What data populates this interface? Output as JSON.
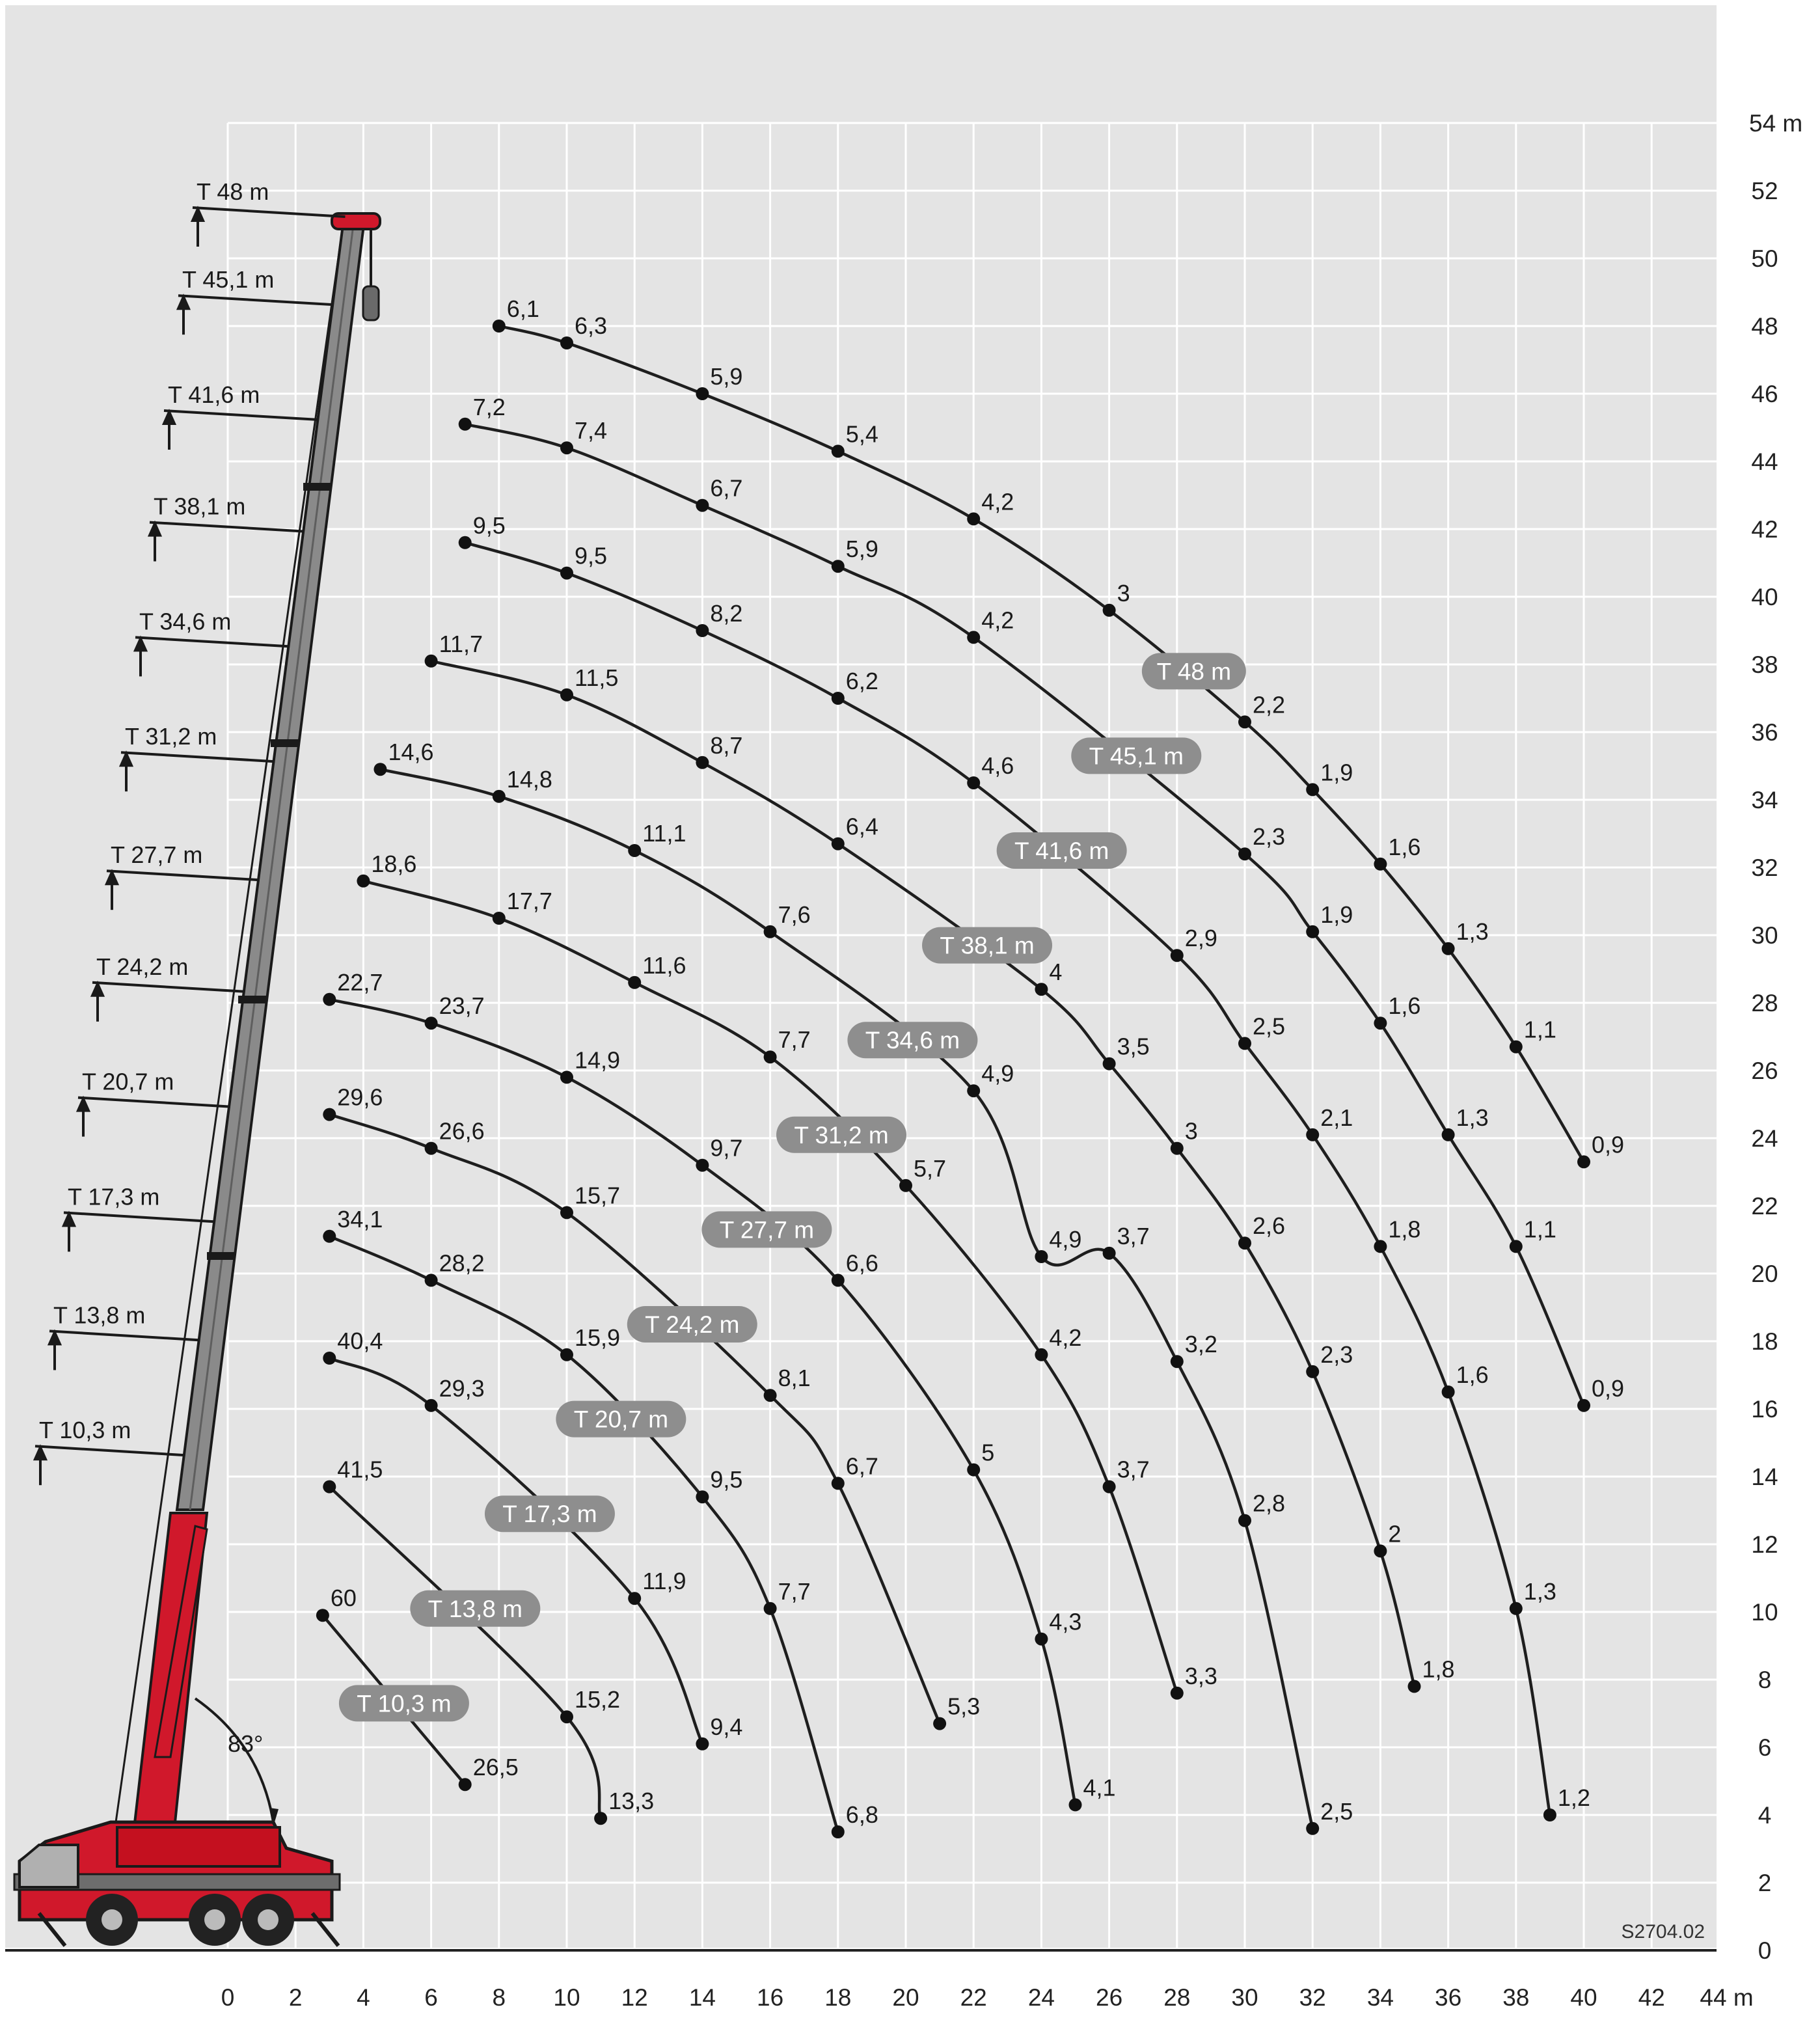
{
  "chart_data": {
    "type": "line",
    "x_unit": "m",
    "y_unit": "m",
    "xlim": [
      0,
      44
    ],
    "ylim": [
      0,
      54
    ],
    "x_ticks": [
      "0",
      "2",
      "4",
      "6",
      "8",
      "10",
      "12",
      "14",
      "16",
      "18",
      "20",
      "22",
      "24",
      "26",
      "28",
      "30",
      "32",
      "34",
      "36",
      "38",
      "40",
      "42",
      "44 m"
    ],
    "y_ticks": [
      "0",
      "2",
      "4",
      "6",
      "8",
      "10",
      "12",
      "14",
      "16",
      "18",
      "20",
      "22",
      "24",
      "26",
      "28",
      "30",
      "32",
      "34",
      "36",
      "38",
      "40",
      "42",
      "44",
      "46",
      "48",
      "50",
      "52",
      "54 m"
    ],
    "boom_angle_label": "83°",
    "drawing_code": "S2704.02",
    "grid": true,
    "series": [
      {
        "name": "T 10,3 m",
        "points": [
          [
            2.8,
            9.9,
            "60"
          ],
          [
            7,
            4.9,
            "26,5"
          ]
        ]
      },
      {
        "name": "T 13,8 m",
        "points": [
          [
            3,
            13.7,
            "41,5"
          ],
          [
            10,
            6.9,
            "15,2"
          ],
          [
            11,
            3.9,
            "13,3"
          ]
        ]
      },
      {
        "name": "T 17,3 m",
        "points": [
          [
            3,
            17.5,
            "40,4"
          ],
          [
            6,
            16.1,
            "29,3"
          ],
          [
            12,
            10.4,
            "11,9"
          ],
          [
            14,
            6.1,
            "9,4"
          ]
        ]
      },
      {
        "name": "T 20,7 m",
        "points": [
          [
            3,
            21.1,
            "34,1"
          ],
          [
            6,
            19.8,
            "28,2"
          ],
          [
            10,
            17.6,
            "15,9"
          ],
          [
            14,
            13.4,
            "9,5"
          ],
          [
            16,
            10.1,
            "7,7"
          ],
          [
            18,
            3.5,
            "6,8"
          ]
        ]
      },
      {
        "name": "T 24,2 m",
        "points": [
          [
            3,
            24.7,
            "29,6"
          ],
          [
            6,
            23.7,
            "26,6"
          ],
          [
            10,
            21.8,
            "15,7"
          ],
          [
            16,
            16.4,
            "8,1"
          ],
          [
            18,
            13.8,
            "6,7"
          ],
          [
            21,
            6.7,
            "5,3"
          ]
        ]
      },
      {
        "name": "T 27,7 m",
        "points": [
          [
            3,
            28.1,
            "22,7"
          ],
          [
            6,
            27.4,
            "23,7"
          ],
          [
            10,
            25.8,
            "14,9"
          ],
          [
            14,
            23.2,
            "9,7"
          ],
          [
            18,
            19.8,
            "6,6"
          ],
          [
            22,
            14.2,
            "5"
          ],
          [
            24,
            9.2,
            "4,3"
          ],
          [
            25,
            4.3,
            "4,1"
          ]
        ]
      },
      {
        "name": "T 31,2 m",
        "points": [
          [
            4,
            31.6,
            "18,6"
          ],
          [
            8,
            30.5,
            "17,7"
          ],
          [
            12,
            28.6,
            "11,6"
          ],
          [
            16,
            26.4,
            "7,7"
          ],
          [
            20,
            22.6,
            "5,7"
          ],
          [
            24,
            17.6,
            "4,2"
          ],
          [
            26,
            13.7,
            "3,7"
          ],
          [
            28,
            7.6,
            "3,3"
          ]
        ]
      },
      {
        "name": "T 34,6 m",
        "points": [
          [
            4.5,
            34.9,
            "14,6"
          ],
          [
            8,
            34.1,
            "14,8"
          ],
          [
            12,
            32.5,
            "11,1"
          ],
          [
            16,
            30.1,
            "7,6"
          ],
          [
            22,
            25.4,
            "4,9"
          ],
          [
            24,
            20.5,
            "4,9"
          ],
          [
            26,
            20.6,
            "3,7"
          ],
          [
            28,
            17.4,
            "3,2"
          ],
          [
            30,
            12.7,
            "2,8"
          ],
          [
            32,
            3.6,
            "2,5"
          ]
        ]
      },
      {
        "name": "T 38,1 m",
        "points": [
          [
            6,
            38.1,
            "11,7"
          ],
          [
            10,
            37.1,
            "11,5"
          ],
          [
            14,
            35.1,
            "8,7"
          ],
          [
            18,
            32.7,
            "6,4"
          ],
          [
            24,
            28.4,
            "4"
          ],
          [
            26,
            26.2,
            "3,5"
          ],
          [
            28,
            23.7,
            "3"
          ],
          [
            30,
            20.9,
            "2,6"
          ],
          [
            32,
            17.1,
            "2,3"
          ],
          [
            34,
            11.8,
            "2"
          ],
          [
            35,
            7.8,
            "1,8"
          ]
        ]
      },
      {
        "name": "T 41,6 m",
        "points": [
          [
            7,
            41.6,
            "9,5"
          ],
          [
            10,
            40.7,
            "9,5"
          ],
          [
            14,
            39.0,
            "8,2"
          ],
          [
            18,
            37.0,
            "6,2"
          ],
          [
            22,
            34.5,
            "4,6"
          ],
          [
            28,
            29.4,
            "2,9"
          ],
          [
            30,
            26.8,
            "2,5"
          ],
          [
            32,
            24.1,
            "2,1"
          ],
          [
            34,
            20.8,
            "1,8"
          ],
          [
            36,
            16.5,
            "1,6"
          ],
          [
            38,
            10.1,
            "1,3"
          ],
          [
            39,
            4.0,
            "1,2"
          ]
        ]
      },
      {
        "name": "T 45,1 m",
        "points": [
          [
            7,
            45.1,
            "7,2"
          ],
          [
            10,
            44.4,
            "7,4"
          ],
          [
            14,
            42.7,
            "6,7"
          ],
          [
            18,
            40.9,
            "5,9"
          ],
          [
            22,
            38.8,
            "4,2"
          ],
          [
            30,
            32.4,
            "2,3"
          ],
          [
            32,
            30.1,
            "1,9"
          ],
          [
            34,
            27.4,
            "1,6"
          ],
          [
            36,
            24.1,
            "1,3"
          ],
          [
            38,
            20.8,
            "1,1"
          ],
          [
            40,
            16.1,
            "0,9"
          ]
        ]
      },
      {
        "name": "T 48 m",
        "points": [
          [
            8,
            48.0,
            "6,1"
          ],
          [
            10,
            47.5,
            "6,3"
          ],
          [
            14,
            46.0,
            "5,9"
          ],
          [
            18,
            44.3,
            "5,4"
          ],
          [
            22,
            42.3,
            "4,2"
          ],
          [
            26,
            39.6,
            "3"
          ],
          [
            30,
            36.3,
            "2,2"
          ],
          [
            32,
            34.3,
            "1,9"
          ],
          [
            34,
            32.1,
            "1,6"
          ],
          [
            36,
            29.6,
            "1,3"
          ],
          [
            38,
            26.7,
            "1,1"
          ],
          [
            40,
            23.3,
            "0,9"
          ]
        ]
      }
    ],
    "pill_labels": [
      {
        "text": "T 48 m",
        "x": 28.5,
        "y": 37.8
      },
      {
        "text": "T 45,1 m",
        "x": 26.8,
        "y": 35.3
      },
      {
        "text": "T 41,6 m",
        "x": 24.6,
        "y": 32.5
      },
      {
        "text": "T 38,1 m",
        "x": 22.4,
        "y": 29.7
      },
      {
        "text": "T 34,6 m",
        "x": 20.2,
        "y": 26.9
      },
      {
        "text": "T 31,2 m",
        "x": 18.1,
        "y": 24.1
      },
      {
        "text": "T 27,7 m",
        "x": 15.9,
        "y": 21.3
      },
      {
        "text": "T 24,2 m",
        "x": 13.7,
        "y": 18.5
      },
      {
        "text": "T 20,7 m",
        "x": 11.6,
        "y": 15.7
      },
      {
        "text": "T 17,3 m",
        "x": 9.5,
        "y": 12.9
      },
      {
        "text": "T 13,8 m",
        "x": 7.3,
        "y": 10.1
      },
      {
        "text": "T 10,3 m",
        "x": 5.2,
        "y": 7.3
      }
    ],
    "boom_section_labels": [
      {
        "text": "T 48 m",
        "y": 51.5
      },
      {
        "text": "T 45,1 m",
        "y": 48.9
      },
      {
        "text": "T 41,6 m",
        "y": 45.5
      },
      {
        "text": "T 38,1 m",
        "y": 42.2
      },
      {
        "text": "T 34,6 m",
        "y": 38.8
      },
      {
        "text": "T 31,2 m",
        "y": 35.4
      },
      {
        "text": "T 27,7 m",
        "y": 31.9
      },
      {
        "text": "T 24,2 m",
        "y": 28.6
      },
      {
        "text": "T 20,7 m",
        "y": 25.2
      },
      {
        "text": "T 17,3 m",
        "y": 21.8
      },
      {
        "text": "T 13,8 m",
        "y": 18.3
      },
      {
        "text": "T 10,3 m",
        "y": 14.9
      }
    ]
  }
}
